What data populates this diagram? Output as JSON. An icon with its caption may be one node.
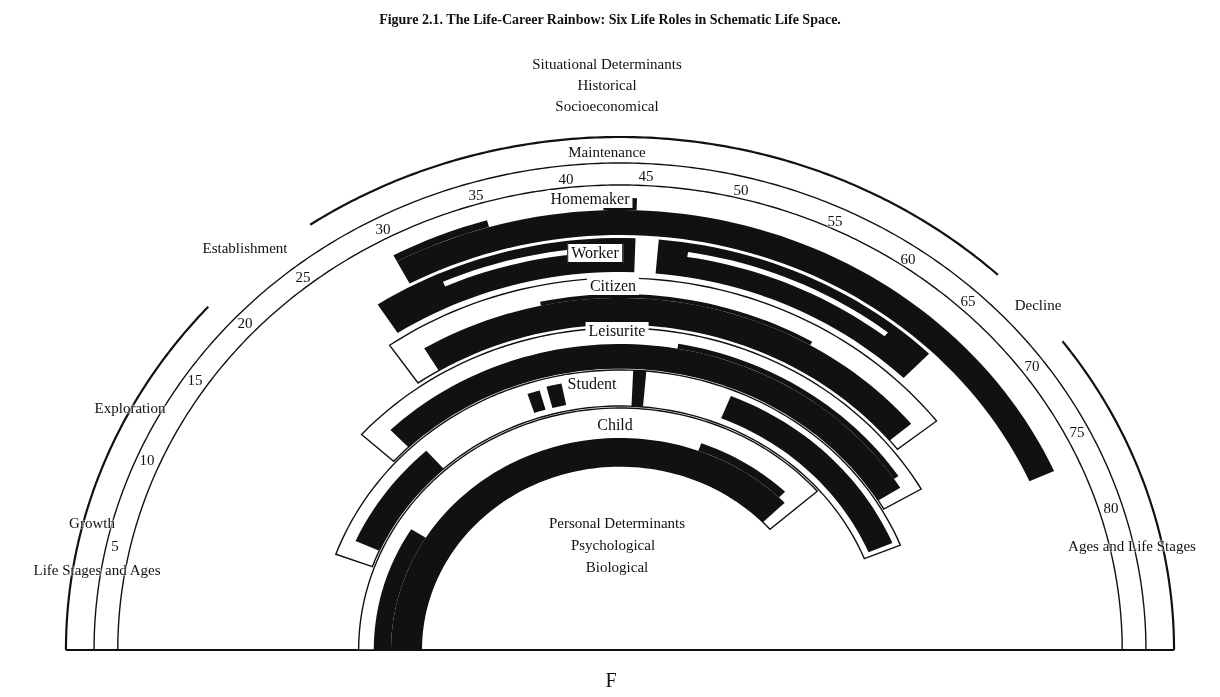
{
  "diagram": {
    "title": "Figure 2.1. The Life-Career Rainbow: Six Life Roles in Schematic Life Space.",
    "nodes": [
      {
        "text": [
          "Homemaker"
        ]
      },
      {
        "text": [
          "Worker"
        ]
      },
      {
        "text": [
          "Citizen"
        ]
      },
      {
        "text": [
          "Leisurite"
        ]
      },
      {
        "text": [
          "Student"
        ]
      },
      {
        "text": [
          "Child"
        ]
      }
    ],
    "labels": [
      "Situational Determinants",
      "Historical",
      "Socioeconomical",
      "Maintenance",
      "35",
      "40",
      "45",
      "50",
      "30",
      "55",
      "Establishment",
      "25",
      "60",
      "20",
      "65",
      "Decline",
      "15",
      "70",
      "Exploration",
      "10",
      "75",
      "Growth",
      "5",
      "80",
      "Life Stages and Ages",
      "Ages and Life Stages",
      "Personal Determinants",
      "Psychological",
      "Biological",
      "F"
    ]
  }
}
